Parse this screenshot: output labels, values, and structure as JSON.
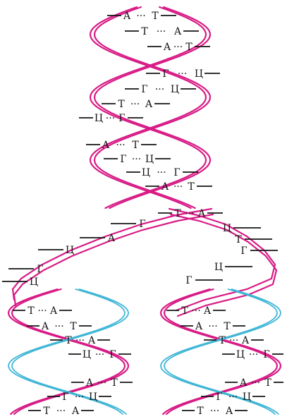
{
  "colors": {
    "parent_strand": "#d81b86",
    "new_strand": "#3fb6d6",
    "bond": "#141414",
    "background": "#ffffff"
  },
  "helix": {
    "pairs": [
      {
        "left": "А",
        "right": "Т"
      },
      {
        "left": "Т",
        "right": "А"
      },
      {
        "left": "А",
        "right": "Т"
      },
      {
        "left": "Г",
        "right": "Ц"
      },
      {
        "left": "Г",
        "right": "Ц"
      },
      {
        "left": "Т",
        "right": "А"
      },
      {
        "left": "Ц",
        "right": "Г"
      },
      {
        "left": "А",
        "right": "Т"
      },
      {
        "left": "Г",
        "right": "Ц"
      },
      {
        "left": "Ц",
        "right": "Г"
      },
      {
        "left": "А",
        "right": "Т"
      },
      {
        "left": "Т",
        "right": "А"
      }
    ]
  },
  "fork": {
    "left_bases": [
      "Г",
      "А",
      "Ц",
      "Г",
      "Ц"
    ],
    "right_bases": [
      "Ц",
      "Т",
      "Г",
      "Ц",
      "Г"
    ]
  },
  "daughter_left": {
    "pairs": [
      {
        "left": "Т",
        "right": "А"
      },
      {
        "left": "А",
        "right": "Т"
      },
      {
        "left": "Т",
        "right": "А"
      },
      {
        "left": "Ц",
        "right": "Г"
      },
      {
        "left": "А",
        "right": "Т"
      },
      {
        "left": "Г",
        "right": "Ц"
      },
      {
        "left": "Т",
        "right": "А"
      }
    ]
  },
  "daughter_right": {
    "pairs": [
      {
        "left": "Т",
        "right": "А"
      },
      {
        "left": "А",
        "right": "Т"
      },
      {
        "left": "Т",
        "right": "А"
      },
      {
        "left": "Ц",
        "right": "Г"
      },
      {
        "left": "А",
        "right": "Т"
      },
      {
        "left": "Г",
        "right": "Ц"
      },
      {
        "left": "Т",
        "right": "А"
      }
    ]
  },
  "bond_symbol": "···"
}
